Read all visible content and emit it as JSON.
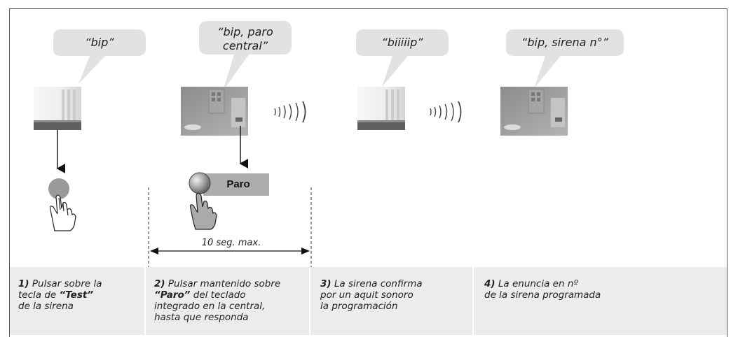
{
  "bubbles": [
    "“bip”",
    "“bip, paro",
    "central”",
    "“biiiiip”",
    "“bip, sirena n°”"
  ],
  "button_label": "Paro",
  "duration_label": "10 seg. max.",
  "steps": [
    {
      "num": "1)",
      "l1": "Pulsar sobre la",
      "l2a": "tecla de ",
      "l2b": "“Test”",
      "l3": "de la sirena",
      "l4": ""
    },
    {
      "num": "2)",
      "l1": "Pulsar mantenido sobre",
      "l2b": "“Paro”",
      "l2a": " del teclado",
      "l3": "integrado en la central,",
      "l4": "hasta que responda"
    },
    {
      "num": "3)",
      "l1": "La sirena confirma",
      "l2": "por un aquit sonoro",
      "l3": "la programación"
    },
    {
      "num": "4)",
      "l1": "La enuncia en nº",
      "l2": "de la sirena programada"
    }
  ]
}
